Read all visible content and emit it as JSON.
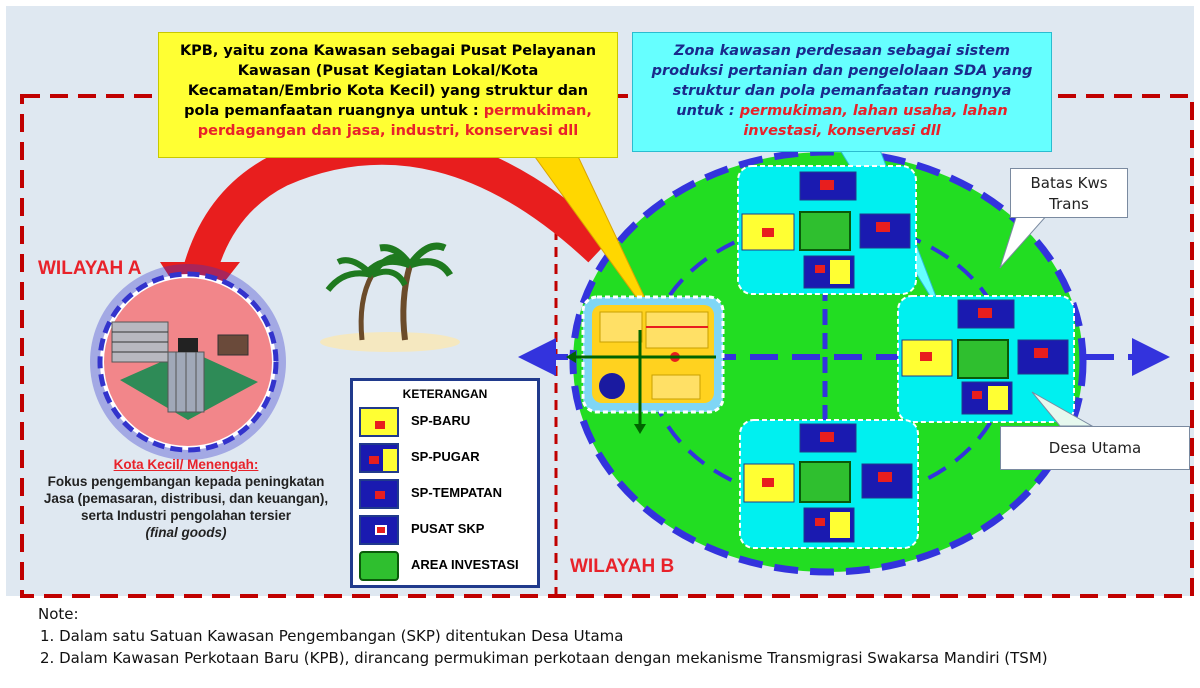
{
  "callout_kpb": {
    "text": "KPB, yaitu zona Kawasan sebagai Pusat Pelayanan Kawasan (Pusat Kegiatan Lokal/Kota Kecamatan/Embrio Kota Kecil) yang struktur dan pola pemanfaatan ruangnya  untuk : ",
    "highlight": "permukiman, perdagangan dan jasa, industri, konservasi dll"
  },
  "callout_perdesaan": {
    "text": "Zona kawasan perdesaan sebagai sistem produksi pertanian dan pengelolaan SDA yang struktur dan pola pemanfaatan ruangnya untuk : ",
    "highlight": "permukiman, lahan usaha, lahan investasi, konservasi dll"
  },
  "batas_label": "Batas Kws Trans",
  "desa_utama_label": "Desa Utama",
  "wilayah_a": "WILAYAH A",
  "wilayah_b": "WILAYAH B",
  "kota_kecil": {
    "title": "Kota Kecil/ Menengah:",
    "desc": "Fokus pengembangan kepada peningkatan Jasa (pemasaran, distribusi, dan keuangan), serta Industri pengolahan tersier",
    "final": "(final goods)"
  },
  "legend": {
    "title": "KETERANGAN",
    "items": [
      {
        "label": "SP-BARU"
      },
      {
        "label": "SP-PUGAR"
      },
      {
        "label": "SP-TEMPATAN"
      },
      {
        "label": "PUSAT SKP"
      },
      {
        "label": "AREA INVESTASI"
      }
    ]
  },
  "notes": {
    "heading": "Note:",
    "items": [
      "1.   Dalam satu Satuan Kawasan Pengembangan (SKP) ditentukan Desa Utama",
      "2.   Dalam Kawasan Perkotaan Baru (KPB), dirancang permukiman perkotaan dengan mekanisme Transmigrasi Swakarsa Mandiri (TSM)"
    ]
  },
  "colors": {
    "background": "#dfe8f1",
    "green_zone": "#22dd22",
    "blue_dash": "#3333dd",
    "red_dash": "#c00000",
    "yellow_callout": "#ffff33",
    "cyan_callout": "#66ffff",
    "red_text": "#e8222a"
  }
}
